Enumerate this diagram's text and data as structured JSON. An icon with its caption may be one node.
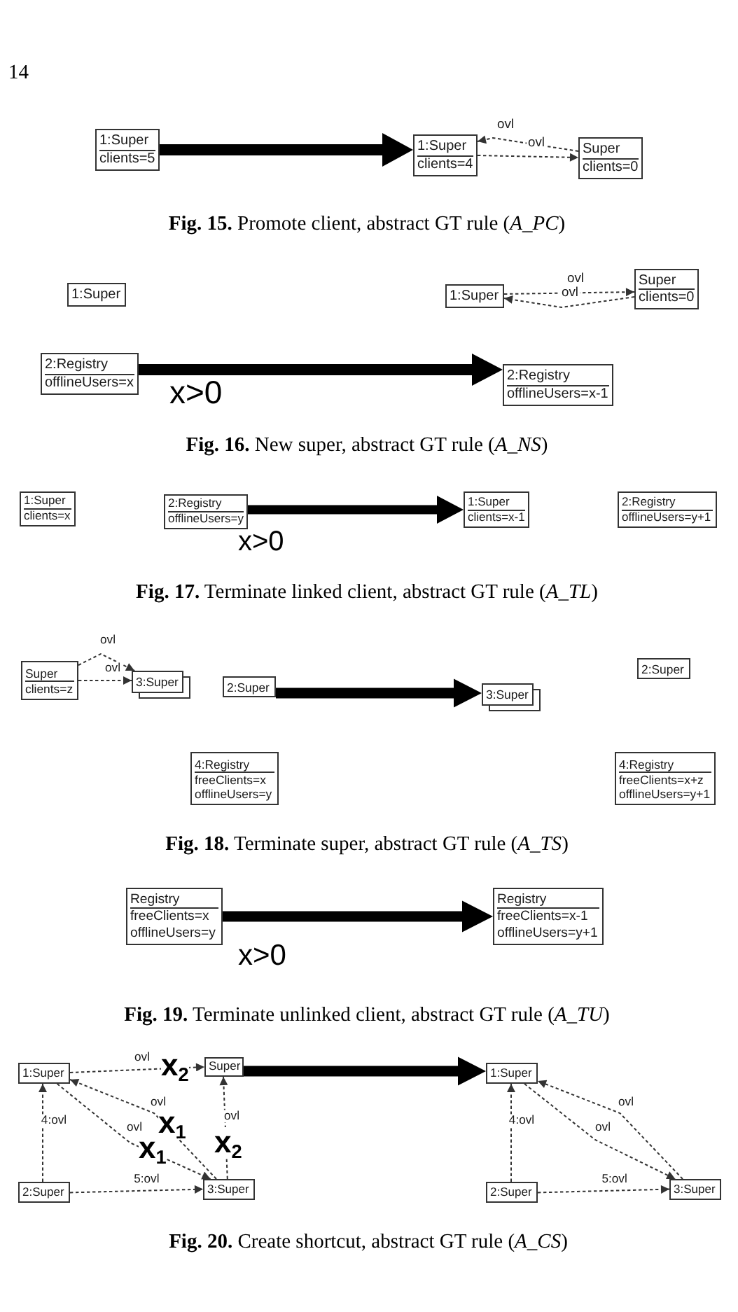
{
  "diagram": {
    "nodes": [
      {
        "text": [
          "1:Super",
          "clients=5"
        ]
      },
      {
        "text": [
          "1:Super",
          "clients=4"
        ]
      },
      {
        "text": [
          "Super",
          "clients=0"
        ]
      },
      {
        "text": [
          "1:Super"
        ]
      },
      {
        "text": [
          "2:Registry",
          "offlineUsers=x"
        ]
      },
      {
        "text": [
          "1:Super"
        ]
      },
      {
        "text": [
          "Super",
          "clients=0"
        ]
      },
      {
        "text": [
          "2:Registry",
          "offlineUsers=x-1"
        ]
      },
      {
        "text": [
          "1:Super",
          "clients=x"
        ]
      },
      {
        "text": [
          "2:Registry",
          "offlineUsers=y"
        ]
      },
      {
        "text": [
          "1:Super",
          "clients=x-1"
        ]
      },
      {
        "text": [
          "2:Registry",
          "offlineUsers=y+1"
        ]
      },
      {
        "text": [
          "Super",
          "clients=z"
        ]
      },
      {
        "text": [
          "3:Super"
        ]
      },
      {
        "text": [
          "2:Super"
        ]
      },
      {
        "text": [
          "4:Registry",
          "freeClients=x",
          "offlineUsers=y"
        ]
      },
      {
        "text": [
          "3:Super"
        ]
      },
      {
        "text": [
          "2:Super"
        ]
      },
      {
        "text": [
          "4:Registry",
          "freeClients=x+z",
          "offlineUsers=y+1"
        ]
      },
      {
        "text": [
          "Registry",
          "freeClients=x",
          "offlineUsers=y"
        ]
      },
      {
        "text": [
          "Registry",
          "freeClients=x-1",
          "offlineUsers=y+1"
        ]
      },
      {
        "text": [
          "1:Super"
        ]
      },
      {
        "text": [
          "Super"
        ]
      },
      {
        "text": [
          "2:Super"
        ]
      },
      {
        "text": [
          "3:Super"
        ]
      },
      {
        "text": [
          "1:Super"
        ]
      },
      {
        "text": [
          "2:Super"
        ]
      },
      {
        "text": [
          "3:Super"
        ]
      }
    ],
    "edges": [
      {
        "from": 2,
        "to": 1,
        "arrow": "to",
        "label": "ovl",
        "style": "dashed"
      },
      {
        "from": 1,
        "to": 2,
        "arrow": "to",
        "label": "ovl",
        "style": "dashed"
      },
      {
        "from": 6,
        "to": 5,
        "arrow": "to",
        "label": "ovl",
        "style": "dashed"
      },
      {
        "from": 5,
        "to": 6,
        "arrow": "to",
        "label": "ovl",
        "style": "dashed"
      },
      {
        "from": 12,
        "to": 13,
        "arrow": "to",
        "label": "ovl",
        "style": "dashed"
      },
      {
        "from": 12,
        "to": 13,
        "arrow": "to",
        "label": "ovl",
        "style": "dashed"
      },
      {
        "from": 21,
        "to": 22,
        "arrow": "to",
        "label": "ovl",
        "style": "dashed"
      },
      {
        "from": 24,
        "to": 22,
        "arrow": "to",
        "label": "ovl",
        "style": "dashed"
      },
      {
        "from": 23,
        "to": 21,
        "arrow": "to",
        "label": "4:ovl",
        "style": "dashed"
      },
      {
        "from": 23,
        "to": 24,
        "arrow": "to",
        "label": "5:ovl",
        "style": "dashed"
      },
      {
        "from": 21,
        "to": 24,
        "arrow": "to",
        "label": "ovl",
        "style": "dashed"
      },
      {
        "from": 24,
        "to": 21,
        "arrow": "to",
        "label": "ovl",
        "style": "dashed"
      },
      {
        "from": 26,
        "to": 25,
        "arrow": "to",
        "label": "4:ovl",
        "style": "dashed"
      },
      {
        "from": 26,
        "to": 27,
        "arrow": "to",
        "label": "5:ovl",
        "style": "dashed"
      },
      {
        "from": 25,
        "to": 27,
        "arrow": "to",
        "label": "ovl",
        "style": "dashed"
      },
      {
        "from": 27,
        "to": 25,
        "arrow": "to",
        "label": "ovl",
        "style": "dashed"
      },
      {
        "from": 0,
        "to": 1,
        "arrow": "to",
        "style": "thick"
      },
      {
        "from": 4,
        "to": 7,
        "arrow": "to",
        "style": "thick"
      },
      {
        "from": 9,
        "to": 10,
        "arrow": "to",
        "style": "thick"
      },
      {
        "from": 14,
        "to": 16,
        "arrow": "to",
        "style": "thick"
      },
      {
        "from": 19,
        "to": 20,
        "arrow": "to",
        "style": "thick"
      },
      {
        "from": 22,
        "to": 25,
        "arrow": "to",
        "style": "thick"
      }
    ],
    "labels": [
      "14",
      "**Fig. 15.** Promote client, abstract GT rule (*A_PC*)",
      "x>0",
      "**Fig. 16.** New super, abstract GT rule (*A_NS*)",
      "x>0",
      "**Fig. 17.** Terminate linked client, abstract GT rule (*A_TL*)",
      "**Fig. 18.** Terminate super, abstract GT rule (*A_TS*)",
      "x>0",
      "**Fig. 19.** Terminate unlinked client, abstract GT rule (*A_TU*)",
      "x$_{2}$",
      "x$_{1}$",
      "x$_{2}$",
      "x$_{1}$",
      "**Fig. 20.** Create shortcut, abstract GT rule (*A_CS*)"
    ]
  }
}
